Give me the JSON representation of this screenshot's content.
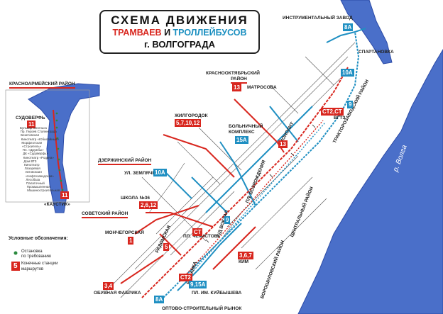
{
  "title": {
    "line1": "СХЕМА ДВИЖЕНИЯ",
    "line2_trams": "ТРАМВАЕВ",
    "line2_and": " И ",
    "line2_trolley": "ТРОЛЛЕЙБУСОВ",
    "line3_prefix": "г. ",
    "line3_city": "ВОЛГОГРАДА"
  },
  "districts": {
    "krasnoarmeysky": "КРАСНОАРМЕЙСКИЙ РАЙОН",
    "krasnooktyabrsky_1": "КРАСНООКТЯБРЬСКИЙ",
    "krasnooktyabrsky_2": "РАЙОН",
    "dzerzhinsky": "ДЗЕРЖИНСКИЙ РАЙОН",
    "sovetsky": "СОВЕТСКИЙ РАЙОН",
    "traktorozavodsky": "ТРАКТОРОЗАВОДСКИЙ РАЙОН",
    "tsentralny": "ЦЕНТРАЛЬНЫЙ РАЙОН",
    "voroshilovsky": "ВОРОШИЛОВСКИЙ РАЙОН"
  },
  "terminals": {
    "instrumentalny": "ИНСТРУМЕНТАЛЬНЫЙ ЗАВОД",
    "spartanovka": "СПАРТАНОВКА",
    "matrosova": "МАТРОСОВА",
    "zhilgorodok": "ЖИЛГОРОДОК",
    "bolnichny_1": "БОЛЬНИЧНЫЙ",
    "bolnichny_2": "КОМПЛЕКС",
    "zemlyachki": "УЛ. ЗЕМЛЯЧКИ",
    "shkola36": "ШКОЛА №36",
    "mongorskaya": "МОНЧЕГОРСКАЯ",
    "obuvnaya": "ОБУВНАЯ ФАБРИКА",
    "optovo": "ОПТОВО-СТРОИТЕЛЬНЫЙ РЫНОК",
    "sudoverf": "СУДОВЕРФЬ",
    "kaustik": "«КАУСТИК»",
    "kim": "КИМ",
    "kuybysheva": "ПЛ. ИМ. КУЙБЫШЕВА",
    "vozrozhdeniya": "ПЛ. ВОЗРОЖДЕНИЯ",
    "radomskaya": "РАДОМСКАЯ",
    "eltsina": "ЕЛШАНКА",
    "chekistov": "ПЛ. ЧЕКИСТОВ",
    "zhd_vokzal": "Ж/Д ВОКЗАЛ",
    "vgtz": "ВГТЗ",
    "monolit": "МОНОЛИТ"
  },
  "route_badges": {
    "r8a_top": "8А",
    "r10a": "10А",
    "r9_top": "9",
    "r13": "13",
    "r5_7_10_12": "5,7,10,12",
    "r15a": "15А",
    "r10a_left": "10А",
    "r2_6_12": "2,6,12",
    "r1": "1",
    "r5": "5",
    "r3_4": "3,4",
    "r8a_bottom": "8А",
    "r9_15a": "9,15А",
    "r3_6_7": "3,6,7",
    "r13_mid": "13",
    "r9_mid": "9",
    "r11_top": "11",
    "r11_bottom": "11",
    "ct2_ct": "СТ2,СТ",
    "ct_mid": "СТ",
    "ct2_low": "СТ2"
  },
  "left_stations": [
    "Бульвар Энгельса",
    "Пр. Героев Сталинграда",
    "Бекетовская",
    "Кинотеатр «Юбилейный»",
    "Морфлотская",
    "«Строитель»",
    "Пл. «Дружбы»",
    "ДК «Судоверфь»",
    "Кинотеатр «Родина»",
    "Дом ВТЗ",
    "Кинотеатр",
    "Лазоревая",
    "Автовокзал",
    "«Нефтезаводская»",
    "Лесобаза",
    "Палаточный",
    "Промышленная",
    "Машиностроительная"
  ],
  "legend": {
    "title": "Условные обозначения:",
    "request_stop": "Остановка",
    "request_stop_2": "по требованию",
    "terminal_badge": "5",
    "terminal_1": "Конечные станции",
    "terminal_2": "маршрутов"
  },
  "rivers": {
    "volga_right": "р. Волга",
    "volga_left": "р. Волга"
  },
  "colors": {
    "tram": "#d8261e",
    "trolley": "#1f8fc2",
    "river": "#4a6fc9",
    "river_edge": "#2b4aa6"
  }
}
